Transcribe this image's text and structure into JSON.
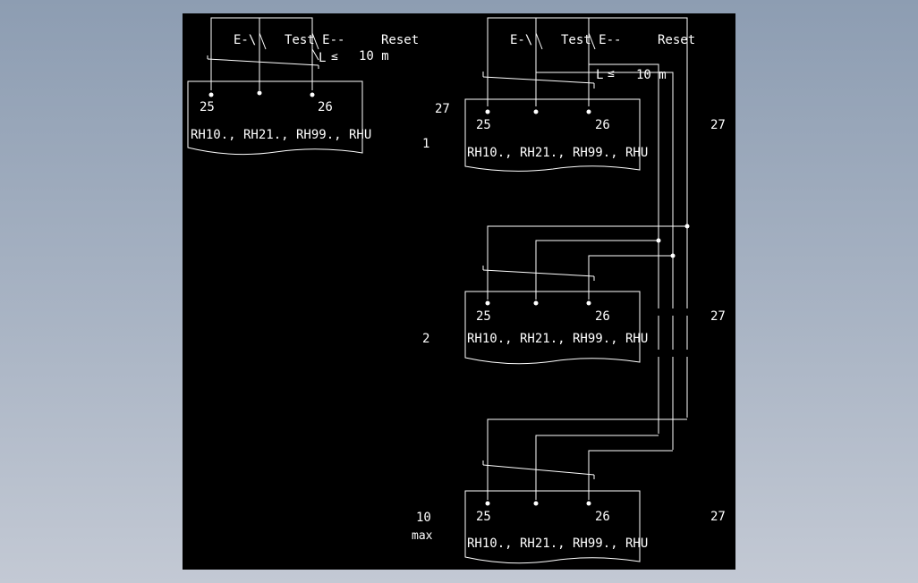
{
  "diagram": {
    "background": "#000000",
    "stroke_color": "#ffffff",
    "standalone_unit": {
      "switch_left_label": "E-\\",
      "switch_test_label": "Test E--",
      "switch_reset_label": "Reset",
      "length_label": "L",
      "length_value": "10  m",
      "terminal_left": "25",
      "terminal_right": "26",
      "model_label": "RH10., RH21., RH99., RHU"
    },
    "chain": {
      "switch_left_label": "E-\\",
      "switch_test_label": "Test E--",
      "switch_reset_label": "Reset",
      "length_label": "L",
      "length_value": "10  m",
      "top_left_marker": "27",
      "units": [
        {
          "index_label": "1",
          "index_sub": "",
          "terminal_left": "25",
          "terminal_right": "26",
          "terminal_27": "27",
          "model_label": "RH10., RH21., RH99., RHU"
        },
        {
          "index_label": "2",
          "index_sub": "",
          "terminal_left": "25",
          "terminal_right": "26",
          "terminal_27": "27",
          "model_label": "RH10., RH21., RH99., RHU"
        },
        {
          "index_label": "10",
          "index_sub": "max",
          "terminal_left": "25",
          "terminal_right": "26",
          "terminal_27": "27",
          "model_label": "RH10., RH21., RH99., RHU"
        }
      ]
    }
  }
}
